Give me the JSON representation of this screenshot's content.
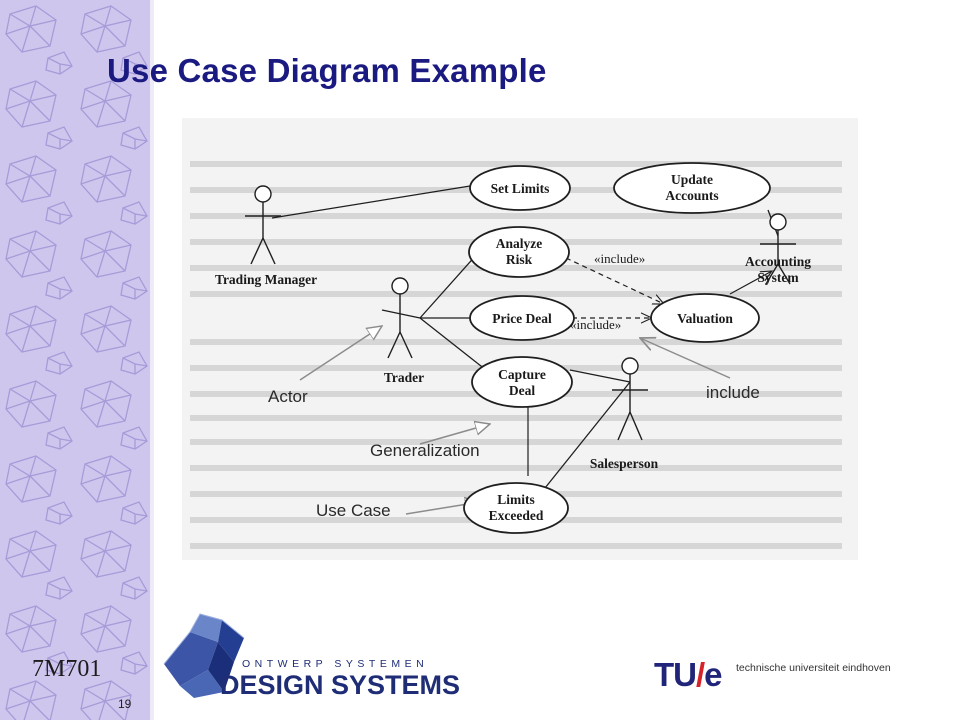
{
  "slide": {
    "title": "Use Case Diagram Example",
    "course_code": "7M701",
    "page_number": "19"
  },
  "diagram": {
    "actors": {
      "trading_manager": "Trading Manager",
      "trader": "Trader",
      "salesperson": "Salesperson",
      "accounting_system": "Accounting System"
    },
    "use_cases": {
      "set_limits": "Set Limits",
      "update_accounts": "Update Accounts",
      "analyze_risk": "Analyze Risk",
      "price_deal": "Price Deal",
      "valuation": "Valuation",
      "capture_deal": "Capture Deal",
      "limits_exceeded": "Limits Exceeded"
    },
    "relations": {
      "include_1": "«include»",
      "include_2": "«include»"
    },
    "annotations": {
      "actor": "Actor",
      "include": "include",
      "generalization": "Generalization",
      "use_case": "Use Case"
    }
  },
  "logos": {
    "design_systems_top": "ONTWERP SYSTEMEN",
    "design_systems_main": "DESIGN SYSTEMS",
    "tue_mark": "TU",
    "tue_slash": "/",
    "tue_e": "e",
    "tue_tagline": "technische universiteit eindhoven"
  },
  "colors": {
    "sidebar": "#cfc6ee",
    "title": "#1a1a80",
    "scan_background": "#f3f3f3",
    "diagram_ink": "#1f1f1f",
    "arrow_gray": "#8c8c8c"
  }
}
